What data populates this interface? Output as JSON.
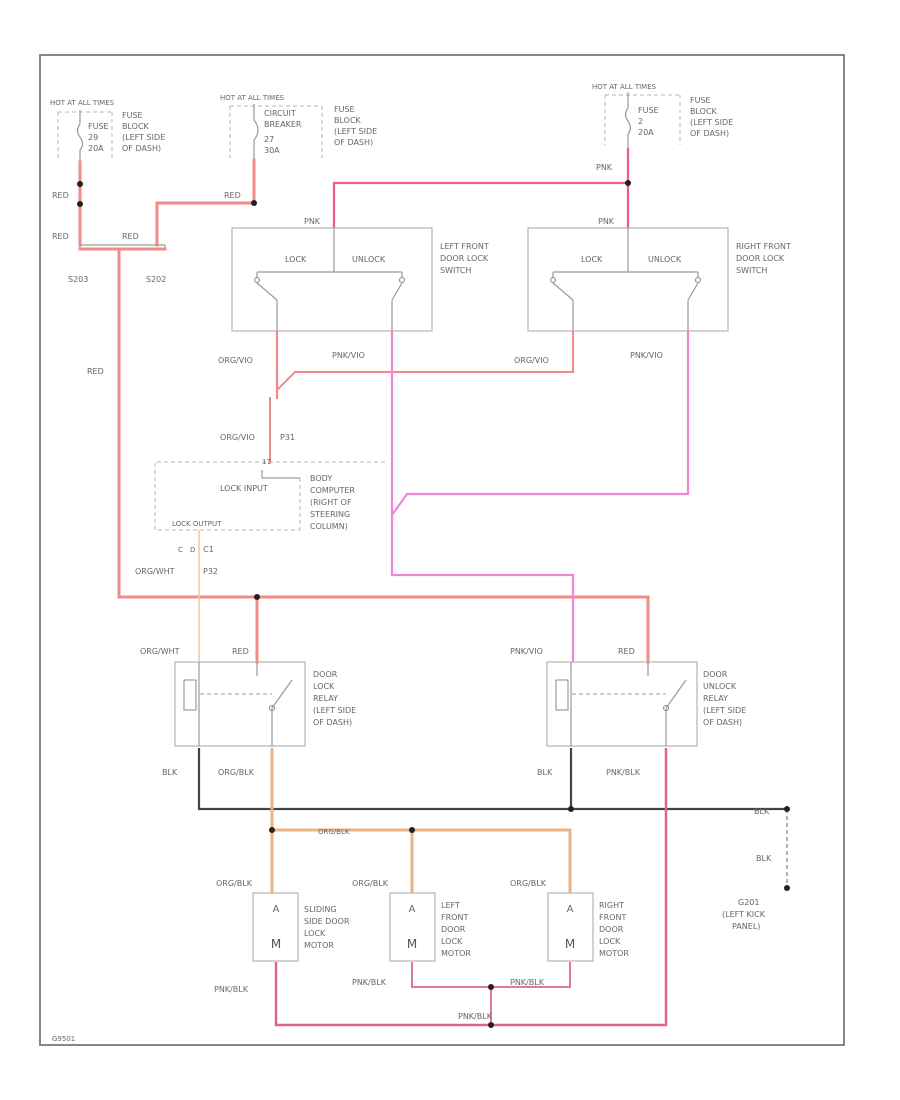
{
  "colors": {
    "red": "#f28a8a",
    "pink": "#ef86d9",
    "orange": "#e8b487",
    "orange_white": "#f2c8a0",
    "black": "#444444",
    "pink_black": "#e06490",
    "hot_pink": "#ee5a8a",
    "junction": "#222222",
    "frame": "#7a7a7a"
  },
  "fuses": {
    "left": {
      "hot_label": "HOT AT ALL TIMES",
      "fuse": "FUSE",
      "num": "29",
      "amps": "20A",
      "block_lines": [
        "FUSE",
        "BLOCK",
        "(LEFT SIDE",
        "OF DASH)"
      ]
    },
    "middle": {
      "hot_label": "HOT AT ALL TIMES",
      "breaker_lines": [
        "CIRCUIT",
        "BREAKER"
      ],
      "num": "27",
      "amps": "30A",
      "block_lines": [
        "FUSE",
        "BLOCK",
        "(LEFT SIDE",
        "OF DASH)"
      ]
    },
    "right": {
      "hot_label": "HOT AT ALL TIMES",
      "fuse": "FUSE",
      "num": "2",
      "amps": "20A",
      "block_lines": [
        "FUSE",
        "BLOCK",
        "(LEFT SIDE",
        "OF DASH)"
      ]
    }
  },
  "splice": {
    "left_label": "S203",
    "right_label": "S202"
  },
  "wires": {
    "red": "RED",
    "pnk": "PNK",
    "org_vio": "ORG/VIO",
    "pnk_vio": "PNK/VIO",
    "org_wht": "ORG/WHT",
    "org_blk": "ORG/BLK",
    "blk": "BLK",
    "pnk_blk": "PNK/BLK"
  },
  "connectors": {
    "p31": "P31",
    "p32": "P32",
    "c1": "C1",
    "c1_pin_c": "C",
    "c1_pin_d": "D",
    "lo_pin": "17"
  },
  "switches": {
    "left": {
      "lock": "LOCK",
      "unlock": "UNLOCK",
      "title_lines": [
        "LEFT FRONT",
        "DOOR LOCK",
        "SWITCH"
      ]
    },
    "right": {
      "lock": "LOCK",
      "unlock": "UNLOCK",
      "title_lines": [
        "RIGHT FRONT",
        "DOOR LOCK",
        "SWITCH"
      ]
    }
  },
  "body_computer": {
    "lock_input": "LOCK INPUT",
    "lock_output": "LOCK OUTPUT",
    "title_lines": [
      "BODY",
      "COMPUTER",
      "(RIGHT OF",
      "STEERING",
      "COLUMN)"
    ]
  },
  "relays": {
    "lock": {
      "title_lines": [
        "DOOR",
        "LOCK",
        "RELAY",
        "(LEFT SIDE",
        "OF DASH)"
      ]
    },
    "unlock": {
      "title_lines": [
        "DOOR",
        "UNLOCK",
        "RELAY",
        "(LEFT SIDE",
        "OF DASH)"
      ]
    }
  },
  "motors": {
    "sliding": {
      "title_lines": [
        "SLIDING",
        "SIDE DOOR",
        "LOCK",
        "MOTOR"
      ]
    },
    "left_front": {
      "title_lines": [
        "LEFT",
        "FRONT",
        "DOOR",
        "LOCK",
        "MOTOR"
      ]
    },
    "right_front": {
      "title_lines": [
        "RIGHT",
        "FRONT",
        "DOOR",
        "LOCK",
        "MOTOR"
      ]
    }
  },
  "ground": {
    "id": "G201",
    "location_lines": [
      "(LEFT KICK",
      "PANEL)"
    ]
  },
  "footer_code": "G9501"
}
